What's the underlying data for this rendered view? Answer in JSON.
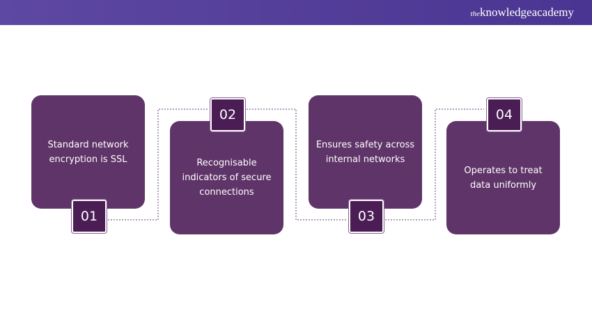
{
  "header": {
    "logo_prefix": "the",
    "logo_main": "knowledgeacademy"
  },
  "steps": [
    {
      "number": "01",
      "text": "Standard network encryption is SSL"
    },
    {
      "number": "02",
      "text": "Recognisable indicators of secure connections"
    },
    {
      "number": "03",
      "text": "Ensures safety across internal networks"
    },
    {
      "number": "04",
      "text": "Operates to treat data uniformly"
    }
  ],
  "colors": {
    "card": "#5f3468",
    "badge": "#4a1d55",
    "header": "#5d48a3"
  }
}
